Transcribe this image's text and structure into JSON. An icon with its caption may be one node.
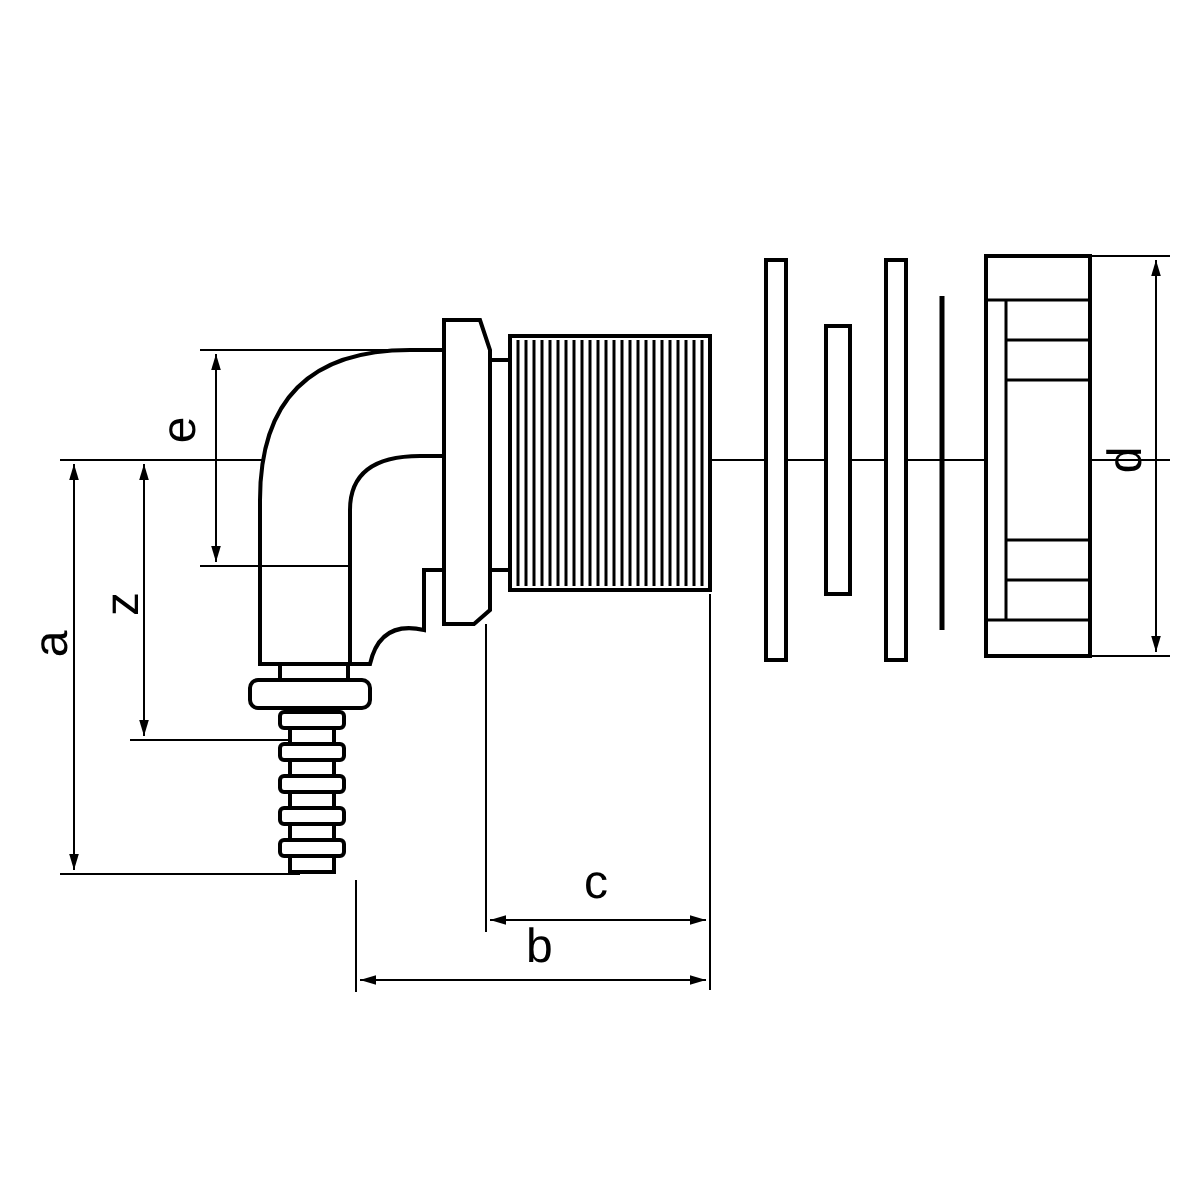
{
  "diagram": {
    "labels": [
      "e",
      "d",
      "a",
      "z",
      "c",
      "b"
    ]
  }
}
